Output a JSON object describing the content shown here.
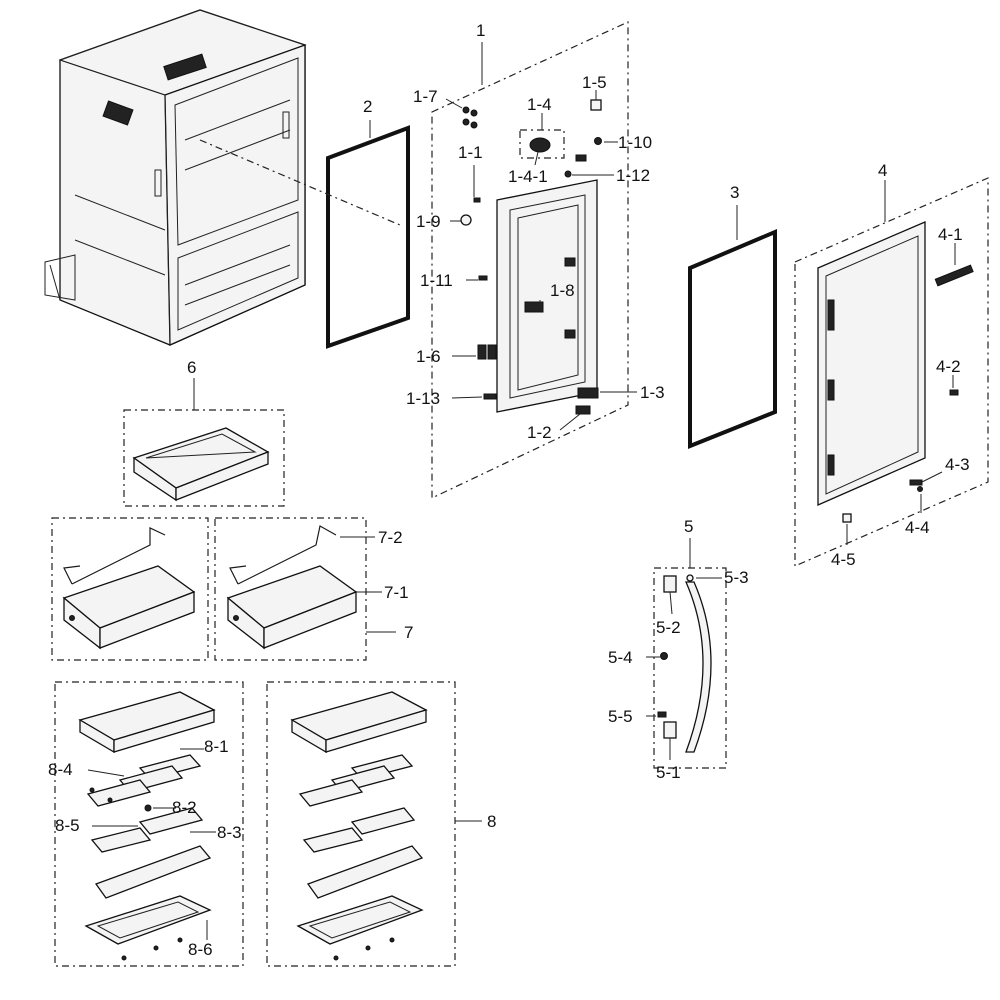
{
  "diagram": {
    "labels": {
      "p1": "1",
      "p1_1": "1-1",
      "p1_2": "1-2",
      "p1_3": "1-3",
      "p1_4": "1-4",
      "p1_4_1": "1-4-1",
      "p1_5": "1-5",
      "p1_6": "1-6",
      "p1_7": "1-7",
      "p1_8": "1-8",
      "p1_9": "1-9",
      "p1_10": "1-10",
      "p1_11": "1-11",
      "p1_12": "1-12",
      "p1_13": "1-13",
      "p2": "2",
      "p3": "3",
      "p4": "4",
      "p4_1": "4-1",
      "p4_2": "4-2",
      "p4_3": "4-3",
      "p4_4": "4-4",
      "p4_5": "4-5",
      "p5": "5",
      "p5_1": "5-1",
      "p5_2": "5-2",
      "p5_3": "5-3",
      "p5_4": "5-4",
      "p5_5": "5-5",
      "p6": "6",
      "p7": "7",
      "p7_1": "7-1",
      "p7_2": "7-2",
      "p8": "8",
      "p8_1": "8-1",
      "p8_2": "8-2",
      "p8_3": "8-3",
      "p8_4": "8-4",
      "p8_5": "8-5",
      "p8_6": "8-6"
    }
  }
}
